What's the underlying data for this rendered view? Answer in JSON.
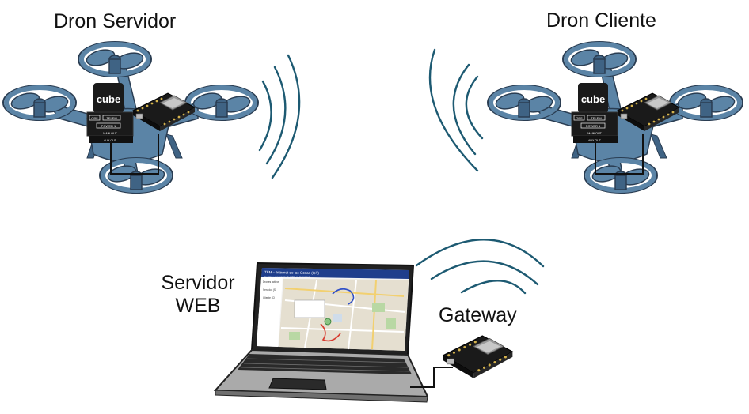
{
  "labels": {
    "server_drone": "Dron Servidor",
    "client_drone": "Dron Cliente",
    "web_server_line1": "Servidor",
    "web_server_line2": "WEB",
    "gateway": "Gateway"
  },
  "flight_controller": {
    "brand": "cube",
    "gps_port": "GPS",
    "telem_port": "TELEM",
    "power_port": "POWER 1",
    "main_out": "MAIN OUT",
    "aux_out": "AUX OUT"
  },
  "web_app": {
    "title": "TFM – Internet de las Cosas (IoT)",
    "subtitle": "Gestión y seguimiento de UAVs en tiempo real",
    "sidebar_items": [
      "Drones activos",
      "Servidor (S)",
      "Cliente (C)"
    ]
  },
  "colors": {
    "drone_body": "#5b84a6",
    "drone_dark": "#3f6384",
    "drone_outline": "#2a3d52",
    "wave": "#1d5a72",
    "board_black": "#1a1a1a",
    "app_header": "#1f3e8c"
  }
}
